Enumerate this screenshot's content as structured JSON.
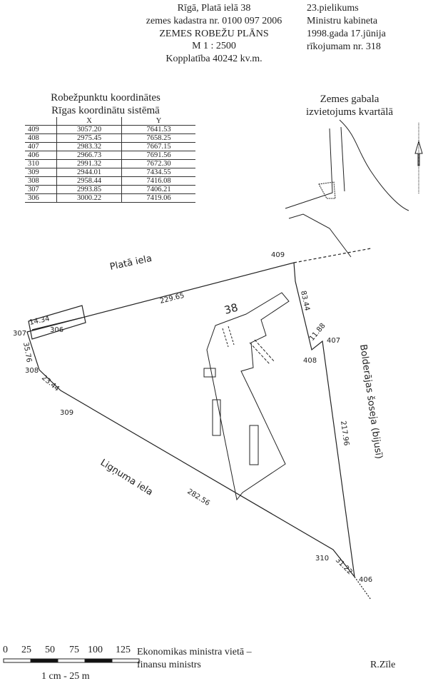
{
  "header": {
    "address": "Rīgā, Platā ielā 38",
    "cadastre": "zemes kadastra nr. 0100 097 2006",
    "title": "ZEMES ROBEŽU PLĀNS",
    "scale": "M 1 : 2500",
    "area": "Kopplatība 40242 kv.m."
  },
  "annex": {
    "line1": "23.pielikums",
    "line2": "Ministru kabineta",
    "line3": "1998.gada 17.jūnija",
    "line4": "rīkojumam nr. 318"
  },
  "coords": {
    "title1": "Robežpunktu koordinātes",
    "title2": "Rīgas koordinātu sistēmā",
    "headers": [
      "",
      "X",
      "Y"
    ],
    "rows": [
      [
        "409",
        "3057.20",
        "7641.53"
      ],
      [
        "408",
        "2975.45",
        "7658.25"
      ],
      [
        "407",
        "2983.32",
        "7667.15"
      ],
      [
        "406",
        "2966.73",
        "7691.56"
      ],
      [
        "310",
        "2991.32",
        "7672.30"
      ],
      [
        "309",
        "2944.01",
        "7434.55"
      ],
      [
        "308",
        "2958.44",
        "7416.08"
      ],
      [
        "307",
        "2993.85",
        "7406.21"
      ],
      [
        "306",
        "3000.22",
        "7419.06"
      ]
    ]
  },
  "inset": {
    "title1": "Zemes gabala",
    "title2": "izvietojums kvartālā"
  },
  "plan": {
    "streets": [
      "Platā iela",
      "Ligņuma iela",
      "Bolderājas šoseja (bijusī)"
    ],
    "points": [
      "409",
      "408",
      "407",
      "406",
      "310",
      "309",
      "308",
      "307",
      "306"
    ],
    "lengths": [
      "229.65",
      "83.44",
      "11.88",
      "217.96",
      "282.56",
      "14.34",
      "35.76",
      "23.44",
      "31.22"
    ],
    "building_no": "38"
  },
  "scalebar": {
    "ticks": [
      "0",
      "25",
      "50",
      "75",
      "100",
      "125"
    ],
    "label": "1 cm - 25 m"
  },
  "signature": {
    "line1": "Ekonomikas ministra vietā –",
    "line2": "finansu ministrs",
    "name": "R.Zīle"
  }
}
